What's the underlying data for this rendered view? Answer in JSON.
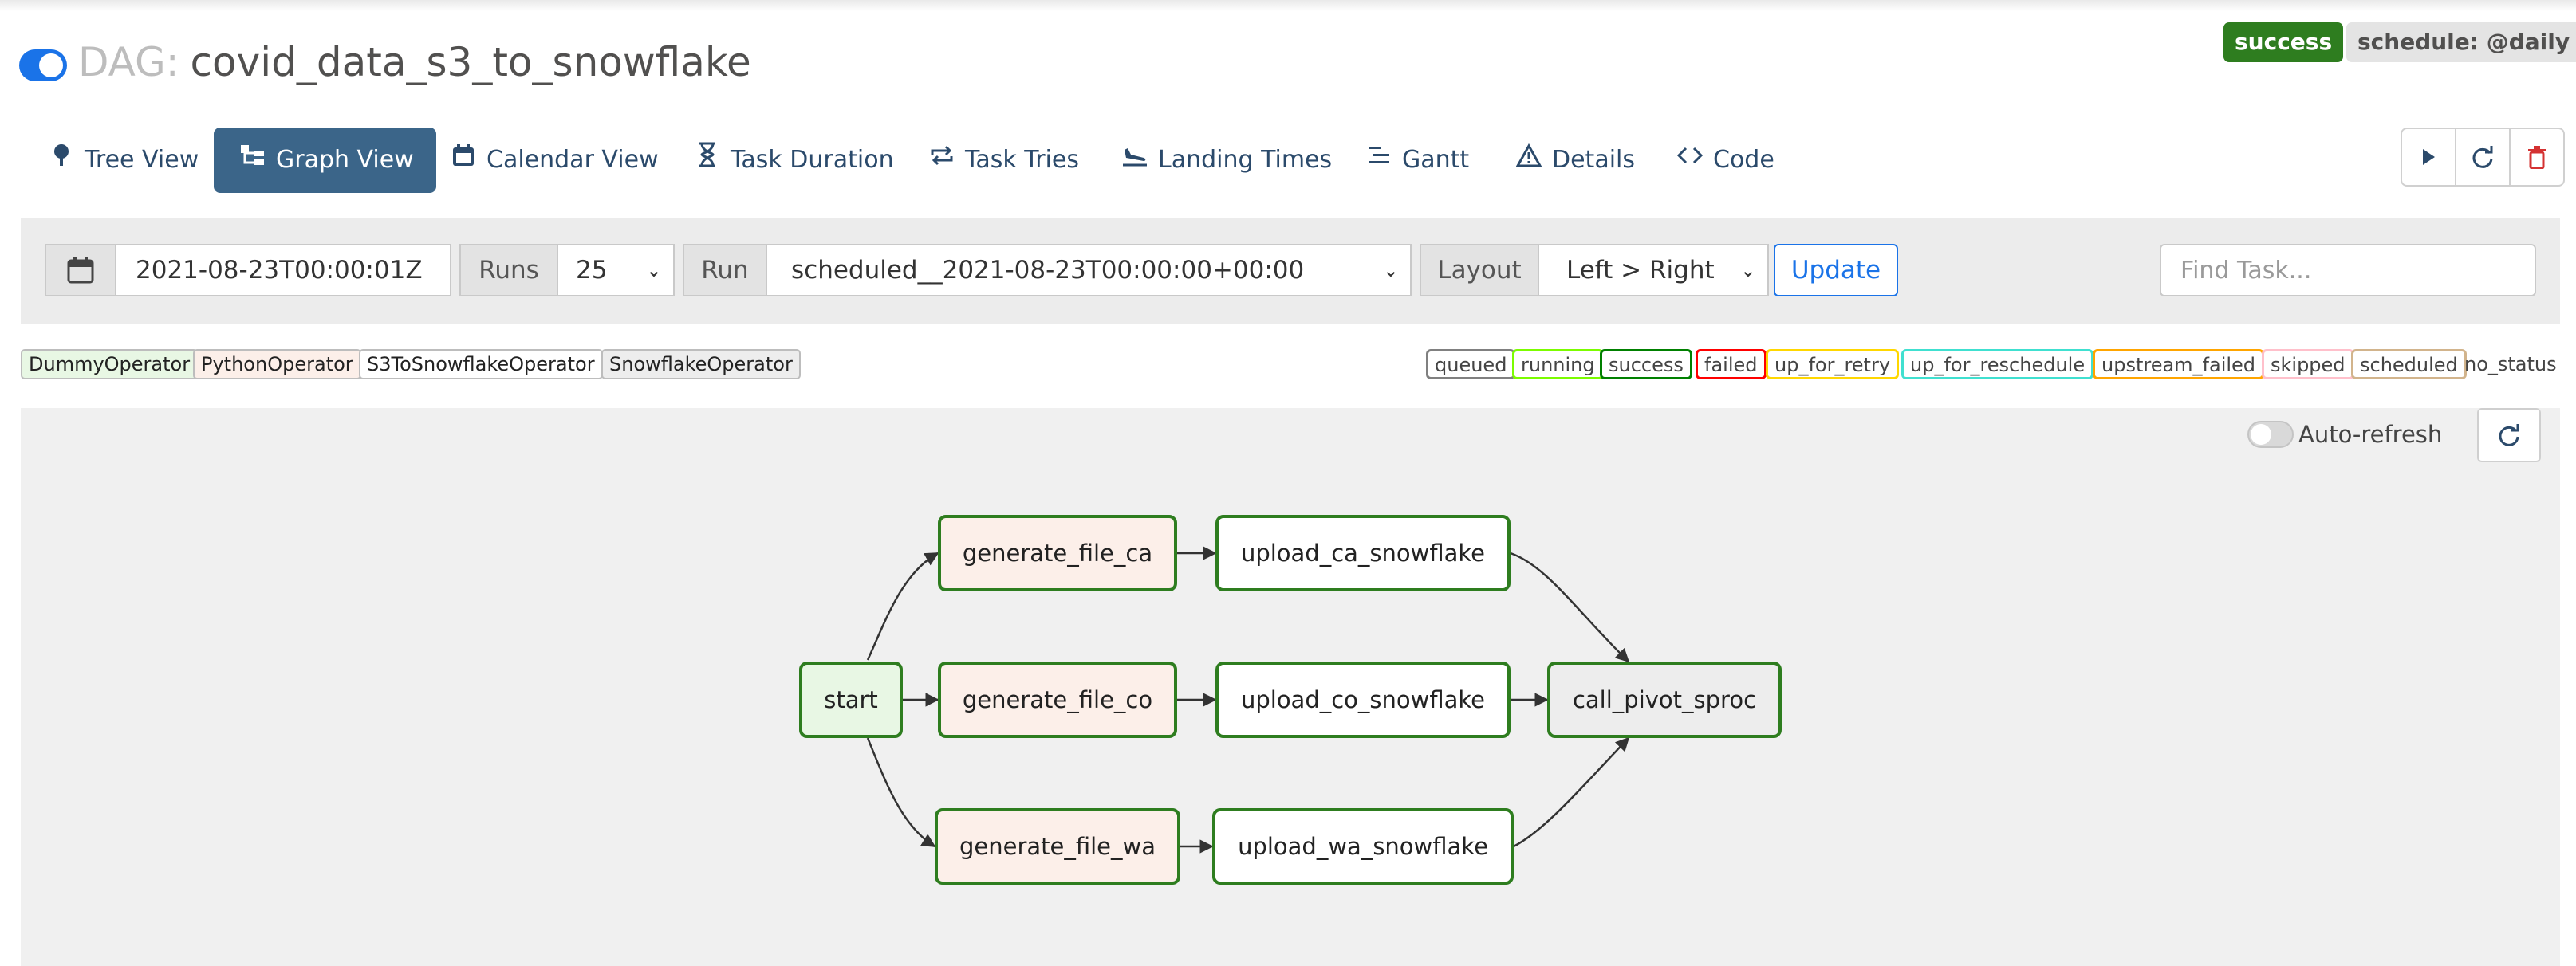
{
  "header": {
    "dag_prefix": "DAG:",
    "dag_id": "covid_data_s3_to_snowflake",
    "status_badge": "success",
    "schedule_badge": "schedule: @daily"
  },
  "tabs": [
    {
      "label": "Tree View",
      "icon": "tree-icon"
    },
    {
      "label": "Graph View",
      "icon": "graph-icon",
      "active": true
    },
    {
      "label": "Calendar View",
      "icon": "calendar-icon"
    },
    {
      "label": "Task Duration",
      "icon": "hourglass-icon"
    },
    {
      "label": "Task Tries",
      "icon": "repeat-icon"
    },
    {
      "label": "Landing Times",
      "icon": "landing-icon"
    },
    {
      "label": "Gantt",
      "icon": "gantt-icon"
    },
    {
      "label": "Details",
      "icon": "warning-triangle-icon"
    },
    {
      "label": "Code",
      "icon": "code-icon"
    }
  ],
  "filters": {
    "base_date": "2021-08-23T00:00:01Z",
    "runs_label": "Runs",
    "runs_value": "25",
    "run_label": "Run",
    "run_value": "scheduled__2021-08-23T00:00:00+00:00",
    "layout_label": "Layout",
    "layout_value": "Left > Right",
    "update_label": "Update",
    "find_placeholder": "Find Task..."
  },
  "operators": [
    {
      "name": "DummyOperator",
      "color": "#e8f7e4"
    },
    {
      "name": "PythonOperator",
      "color": "#fcefe9"
    },
    {
      "name": "S3ToSnowflakeOperator",
      "color": "#ffffff"
    },
    {
      "name": "SnowflakeOperator",
      "color": "#ededed"
    }
  ],
  "states": [
    {
      "name": "queued",
      "color": "#808080"
    },
    {
      "name": "running",
      "color": "#7cfc00"
    },
    {
      "name": "success",
      "color": "#008000"
    },
    {
      "name": "failed",
      "color": "#ff0000"
    },
    {
      "name": "up_for_retry",
      "color": "#ffd700"
    },
    {
      "name": "up_for_reschedule",
      "color": "#40e0d0"
    },
    {
      "name": "upstream_failed",
      "color": "#ffa500"
    },
    {
      "name": "skipped",
      "color": "#ffc0cb"
    },
    {
      "name": "scheduled",
      "color": "#d2b48c"
    }
  ],
  "no_status_label": "no_status",
  "graph": {
    "auto_refresh_label": "Auto-refresh",
    "nodes": {
      "start": "start",
      "generate_file_ca": "generate_file_ca",
      "generate_file_co": "generate_file_co",
      "generate_file_wa": "generate_file_wa",
      "upload_ca_snowflake": "upload_ca_snowflake",
      "upload_co_snowflake": "upload_co_snowflake",
      "upload_wa_snowflake": "upload_wa_snowflake",
      "call_pivot_sproc": "call_pivot_sproc"
    }
  }
}
